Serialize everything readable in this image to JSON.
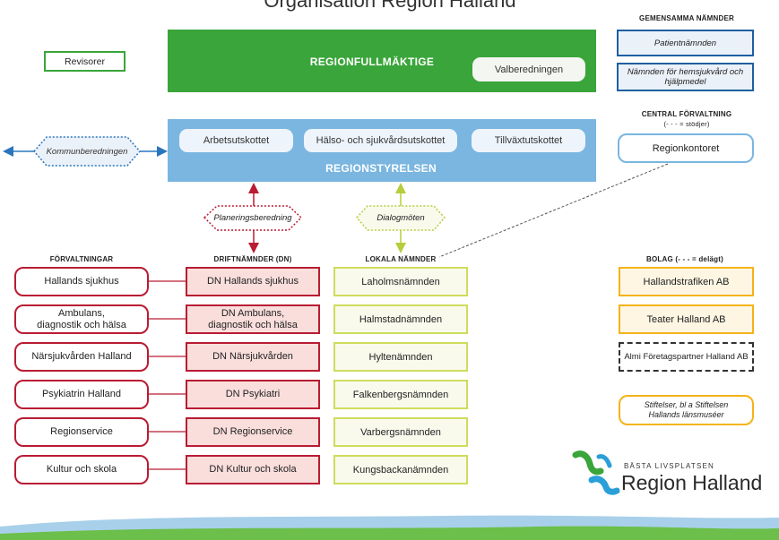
{
  "title": "Organisation Region Halland",
  "kf": {
    "label": "REGIONFULLMÄKTIGE",
    "valberedningen": "Valberedningen"
  },
  "revisorer": "Revisorer",
  "gemensamma": {
    "heading": "GEMENSAMMA NÄMNDER",
    "items": [
      "Patientnämnden",
      "Nämnden för hemsjukvård och hjälpmedel"
    ]
  },
  "rs": {
    "label": "REGIONSTYRELSEN",
    "committees": [
      "Arbetsutskottet",
      "Hälso- och sjukvårdsutskottet",
      "Tillväxtutskottet"
    ]
  },
  "kommunberedningen": "Kommunberedningen",
  "central": {
    "heading": "CENTRAL FÖRVALTNING",
    "sub": "(- - - = stödjer)",
    "regionkontoret": "Regionkontoret"
  },
  "planeringsberedning": "Planeringsberedning",
  "dialogmoten": "Dialogmöten",
  "forvaltningar": {
    "heading": "FÖRVALTNINGAR",
    "items": [
      "Hallands sjukhus",
      "Ambulans,\ndiagnostik och hälsa",
      "Närsjukvården Halland",
      "Psykiatrin Halland",
      "Regionservice",
      "Kultur och skola"
    ]
  },
  "driftnamnder": {
    "heading": "DRIFTNÄMNDER (DN)",
    "items": [
      "DN Hallands sjukhus",
      "DN Ambulans,\ndiagnostik och hälsa",
      "DN Närsjukvården",
      "DN Psykiatri",
      "DN Regionservice",
      "DN Kultur och skola"
    ]
  },
  "lokala": {
    "heading": "LOKALA NÄMNDER",
    "items": [
      "Laholmsnämnden",
      "Halmstadnämnden",
      "Hyltenämnden",
      "Falkenbergsnämnden",
      "Varbergsnämnden",
      "Kungsbackanämnden"
    ]
  },
  "bolag": {
    "heading": "BOLAG (- - - = delägt)",
    "items": [
      "Hallandstrafiken AB",
      "Teater Halland AB"
    ],
    "almi": "Almi Företagspartner Halland AB",
    "stiftelser": "Stiftelser, bl a Stiftelsen Hallands länsmuséer"
  },
  "logo": {
    "tagline": "BÄSTA LIVSPLATSEN",
    "name": "Region Halland"
  },
  "colors": {
    "green": "#3aa53a",
    "blue": "#7ab6e0",
    "red": "#b91c33",
    "yellowgreen": "#cfdc5c",
    "orange": "#f5b319",
    "navy": "#1f5fa0"
  }
}
